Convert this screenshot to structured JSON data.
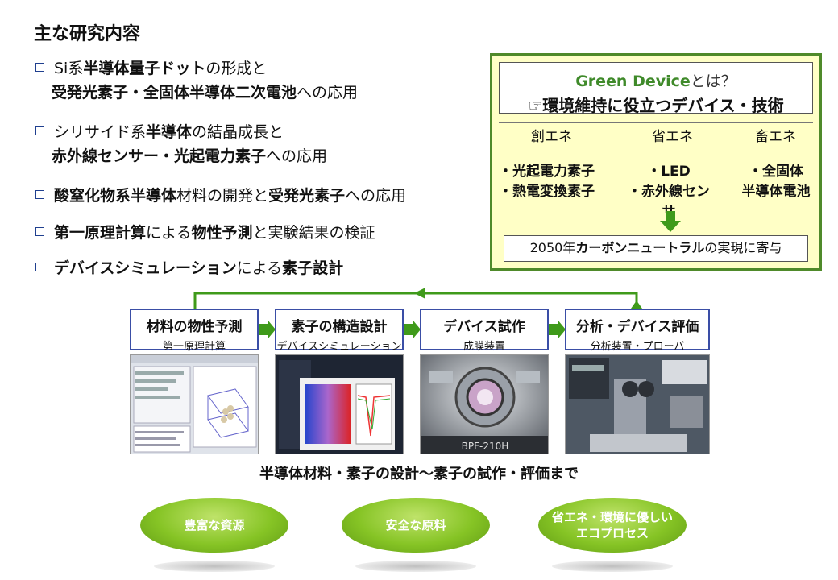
{
  "title": "主な研究内容",
  "bullets": [
    {
      "l1": [
        {
          "t": "Si系",
          "b": false
        },
        {
          "t": "半導体量子ドット",
          "b": true
        },
        {
          "t": "の形成と",
          "b": false
        }
      ],
      "l2": [
        {
          "t": "受発光素子・全固体半導体二次電池",
          "b": true
        },
        {
          "t": "への応用",
          "b": false
        }
      ]
    },
    {
      "l1": [
        {
          "t": "シリサイド系",
          "b": false
        },
        {
          "t": "半導体",
          "b": true
        },
        {
          "t": "の結晶成長と",
          "b": false
        }
      ],
      "l2": [
        {
          "t": "赤外線センサー・光起電力素子",
          "b": true
        },
        {
          "t": "への応用",
          "b": false
        }
      ]
    },
    {
      "l1": [
        {
          "t": "酸窒化物系半導体",
          "b": true
        },
        {
          "t": "材料の開発と",
          "b": false
        },
        {
          "t": "受発光素子",
          "b": true
        },
        {
          "t": "への応用",
          "b": false
        }
      ]
    },
    {
      "l1": [
        {
          "t": "第一原理計算",
          "b": true
        },
        {
          "t": "による",
          "b": false
        },
        {
          "t": "物性予測",
          "b": true
        },
        {
          "t": "と実験結果の検証",
          "b": false
        }
      ]
    },
    {
      "l1": [
        {
          "t": "デバイスシミュレーション",
          "b": true
        },
        {
          "t": "による",
          "b": false
        },
        {
          "t": "素子設計",
          "b": true
        }
      ]
    }
  ],
  "green_device": {
    "title_en": "Green Device",
    "title_ja": "とは？",
    "subtitle": "☞環境維持に役立つデバイス・技術",
    "categories": [
      "創エネ",
      "省エネ",
      "畜エネ"
    ],
    "items": [
      [
        "・光起電力素子",
        "・熱電変換素子"
      ],
      [
        "・LED",
        "・赤外線センサ"
      ],
      [
        "・全固体",
        "半導体電池"
      ]
    ],
    "footer_pre": "2050年",
    "footer_bold": "カーボンニュートラル",
    "footer_post": "の実現に寄与"
  },
  "flow": [
    {
      "title": "材料の物性予測",
      "sub": "第一原理計算"
    },
    {
      "title": "素子の構造設計",
      "sub": "デバイスシミュレーション"
    },
    {
      "title": "デバイス試作",
      "sub": "成膜装置"
    },
    {
      "title": "分析・デバイス評価",
      "sub": "分析装置・プローバ"
    }
  ],
  "photo_label": "BPF-210H",
  "caption": "半導体材料・素子の設計～素子の試作・評価まで",
  "ovals": [
    {
      "l1": "豊富な資源",
      "l2": ""
    },
    {
      "l1": "安全な原料",
      "l2": ""
    },
    {
      "l1": "省エネ・環境に優しい",
      "l2": "エコプロセス"
    }
  ],
  "colors": {
    "panel_bg": "#ffffc6",
    "panel_border": "#4f8a2a",
    "arrow_green": "#3f9a1a",
    "step_border": "#3a4ea6"
  }
}
